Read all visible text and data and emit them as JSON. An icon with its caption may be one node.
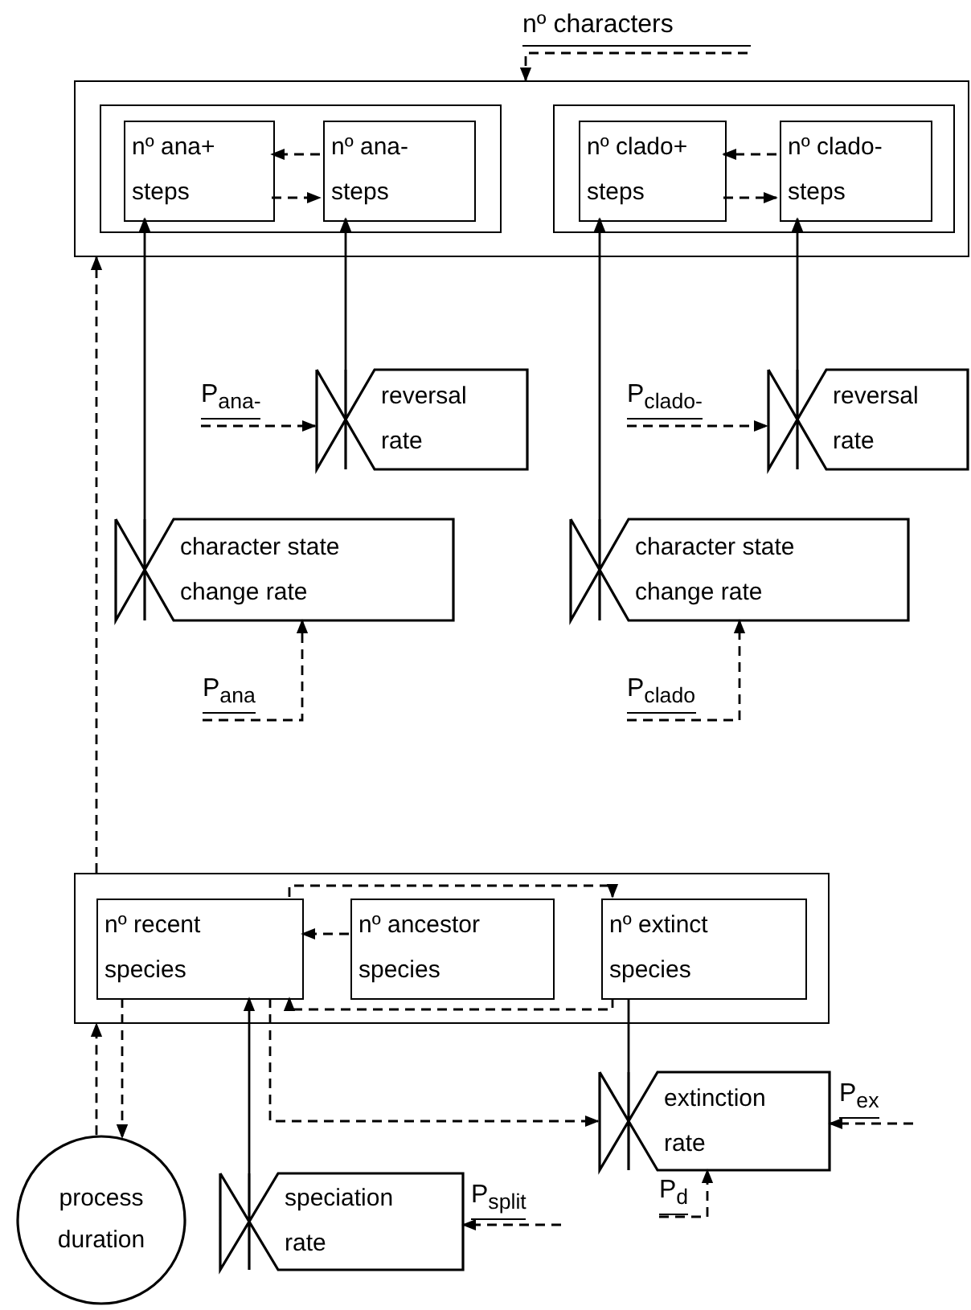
{
  "diagram": {
    "nodes": [
      {
        "text": [
          "nº characters"
        ]
      },
      {
        "text": [],
        "shape": "box"
      },
      {
        "text": [],
        "shape": "box",
        "in": 1
      },
      {
        "text": [
          "nº ana+ steps"
        ],
        "in": 2
      },
      {
        "text": [
          "nº ana- steps"
        ],
        "in": 2
      },
      {
        "text": [],
        "shape": "box",
        "in": 1
      },
      {
        "text": [
          "nº clado+ steps"
        ],
        "in": 5
      },
      {
        "text": [
          "nº clado- steps"
        ],
        "in": 5
      },
      {
        "text": [
          "P$_{ana-}$"
        ]
      },
      {
        "text": [
          "reversal rate"
        ]
      },
      {
        "text": [
          "P$_{clado-}$"
        ]
      },
      {
        "text": [
          "reversal rate"
        ]
      },
      {
        "text": [
          "character state change rate"
        ]
      },
      {
        "text": [
          "character state change rate"
        ]
      },
      {
        "text": [
          "P$_{ana}$"
        ]
      },
      {
        "text": [
          "P$_{clado}$"
        ]
      },
      {
        "text": [],
        "shape": "box"
      },
      {
        "text": [
          "nº recent species"
        ],
        "in": 16
      },
      {
        "text": [
          "nº ancestor species"
        ],
        "in": 16
      },
      {
        "text": [
          "nº extinct species"
        ],
        "in": 16
      },
      {
        "text": [
          "extinction rate"
        ]
      },
      {
        "text": [
          "P$_{ex}$"
        ]
      },
      {
        "text": [
          "P$_{d}$"
        ]
      },
      {
        "text": [
          "process duration"
        ]
      },
      {
        "text": [
          "speciation rate"
        ]
      },
      {
        "text": [
          "P$_{split}$"
        ]
      }
    ],
    "edges": [
      {
        "from": 0,
        "to": 1,
        "arrow": "to",
        "style": "dashed"
      },
      {
        "from": 4,
        "to": 3,
        "arrow": "to",
        "style": "dashed"
      },
      {
        "from": 3,
        "to": 4,
        "arrow": "to",
        "style": "dashed"
      },
      {
        "from": 7,
        "to": 6,
        "arrow": "to",
        "style": "dashed"
      },
      {
        "from": 6,
        "to": 7,
        "arrow": "to",
        "style": "dashed"
      },
      {
        "from": 12,
        "to": 3,
        "arrow": "to"
      },
      {
        "from": 9,
        "to": 4,
        "arrow": "to"
      },
      {
        "from": 13,
        "to": 6,
        "arrow": "to"
      },
      {
        "from": 11,
        "to": 7,
        "arrow": "to"
      },
      {
        "from": 8,
        "to": 9,
        "arrow": "to",
        "style": "dashed"
      },
      {
        "from": 10,
        "to": 11,
        "arrow": "to",
        "style": "dashed"
      },
      {
        "from": 14,
        "to": 12,
        "arrow": "to",
        "style": "dashed"
      },
      {
        "from": 15,
        "to": 13,
        "arrow": "to",
        "style": "dashed"
      },
      {
        "from": 16,
        "to": 1,
        "arrow": "to",
        "style": "dashed"
      },
      {
        "from": 18,
        "to": 17,
        "arrow": "to",
        "style": "dashed"
      },
      {
        "from": 17,
        "to": 19,
        "arrow": "to",
        "style": "dashed"
      },
      {
        "from": 19,
        "to": 17,
        "arrow": "to",
        "style": "dashed"
      },
      {
        "from": 23,
        "to": 16,
        "arrow": "to",
        "style": "dashed"
      },
      {
        "from": 17,
        "to": 23,
        "arrow": "to",
        "style": "dashed"
      },
      {
        "from": 24,
        "to": 17,
        "arrow": "to"
      },
      {
        "from": 25,
        "to": 24,
        "arrow": "to",
        "style": "dashed"
      },
      {
        "from": 19,
        "to": 20,
        "arrow": "none"
      },
      {
        "from": 17,
        "to": 20,
        "arrow": "to",
        "style": "dashed"
      },
      {
        "from": 21,
        "to": 20,
        "arrow": "to",
        "style": "dashed"
      },
      {
        "from": 22,
        "to": 20,
        "arrow": "to",
        "style": "dashed"
      }
    ]
  }
}
